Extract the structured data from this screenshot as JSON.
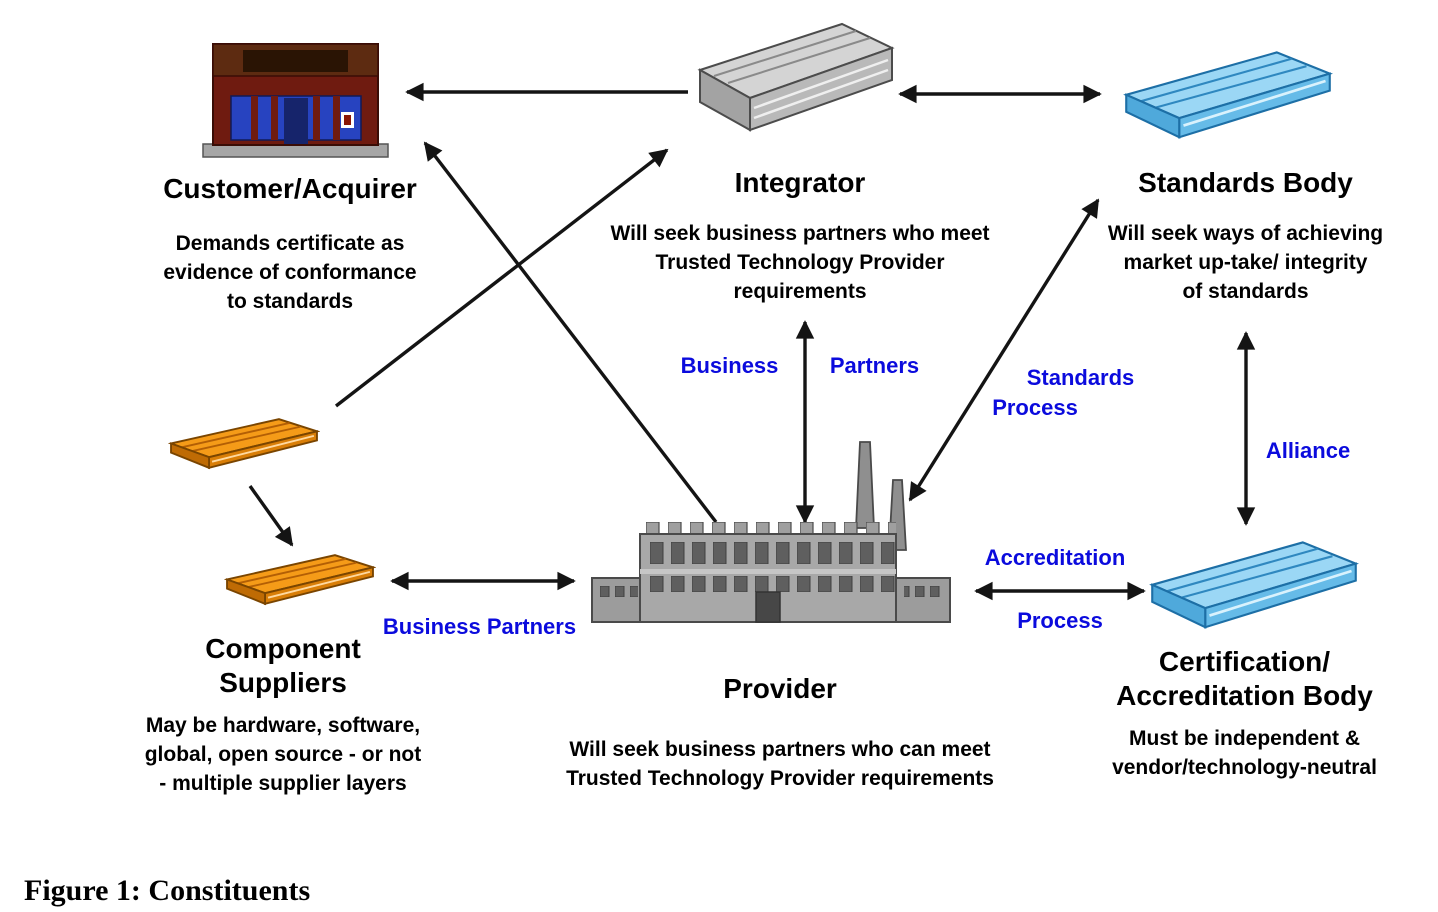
{
  "figure": {
    "caption": "Figure 1: Constituents"
  },
  "nodes": {
    "customer": {
      "title": "Customer/Acquirer",
      "description": "Demands certificate as\nevidence of conformance\nto standards"
    },
    "integrator": {
      "title": "Integrator",
      "description": "Will seek business partners who meet\nTrusted Technology Provider\nrequirements"
    },
    "standards_body": {
      "title": "Standards Body",
      "description": "Will seek ways of achieving\nmarket up-take/ integrity\nof standards"
    },
    "component_suppliers": {
      "title": "Component\nSuppliers",
      "description": "May be hardware, software,\nglobal, open source - or not\n- multiple supplier layers"
    },
    "provider": {
      "title": "Provider",
      "description": "Will seek business partners who can meet\nTrusted Technology Provider requirements"
    },
    "certification_body": {
      "title": "Certification/\nAccreditation Body",
      "description": "Must be independent  &\nvendor/technology-neutral"
    }
  },
  "edge_labels": {
    "business": "Business",
    "partners": "Partners",
    "standards": "Standards",
    "standards_process": "Process",
    "alliance": "Alliance",
    "accreditation": "Accreditation",
    "accreditation_process": "Process",
    "business_partners": "Business Partners"
  },
  "colors": {
    "label_blue": "#0B0BDD",
    "arrow_black": "#141414",
    "supplier_orange": "#F59B18",
    "standards_blue": "#9BD7F5",
    "integrator_gray": "#D4D4D4",
    "customer_brick": "#6F1B10",
    "provider_gray": "#A8A8A8"
  }
}
